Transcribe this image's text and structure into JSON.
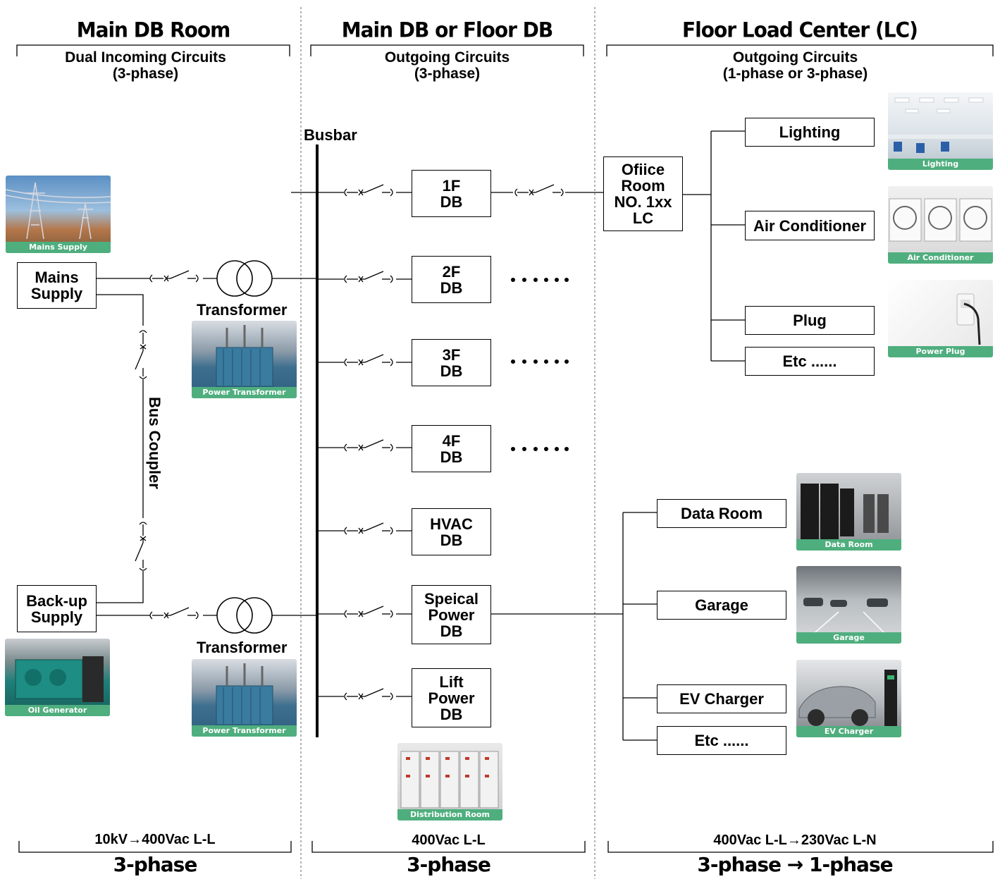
{
  "columns": [
    {
      "heading": "Main DB Room",
      "subtitle_line1": "Dual Incoming Circuits",
      "subtitle_line2": "(3-phase)",
      "voltage": "10kV→400Vac L-L",
      "phase": "3-phase"
    },
    {
      "heading": "Main DB or Floor DB",
      "subtitle_line1": "Outgoing Circuits",
      "subtitle_line2": "(3-phase)",
      "voltage": "400Vac L-L",
      "phase": "3-phase"
    },
    {
      "heading": "Floor Load Center (LC)",
      "subtitle_line1": "Outgoing Circuits",
      "subtitle_line2": "(1-phase or 3-phase)",
      "voltage": "400Vac L-L→230Vac L-N",
      "phase": "3-phase → 1-phase"
    }
  ],
  "sources": {
    "mains": "Mains\nSupply",
    "backup": "Back-up\nSupply",
    "transformer_label": "Transformer",
    "bus_coupler": "Bus Coupler",
    "busbar": "Busbar"
  },
  "floor_dbs": [
    {
      "label": "1F\nDB"
    },
    {
      "label": "2F\nDB"
    },
    {
      "label": "3F\nDB"
    },
    {
      "label": "4F\nDB"
    },
    {
      "label": "HVAC\nDB"
    },
    {
      "label": "Speical\nPower\nDB"
    },
    {
      "label": "Lift\nPower\nDB"
    }
  ],
  "continuation": "......",
  "office_lc": "Ofiice\nRoom\nNO. 1xx\nLC",
  "office_loads": [
    "Lighting",
    "Air Conditioner",
    "Plug",
    "Etc ......"
  ],
  "special_loads": [
    "Data Room",
    "Garage",
    "EV Charger",
    "Etc ......"
  ],
  "photos": {
    "mains_supply": "Mains Supply",
    "power_transformer": "Power Transformer",
    "oil_generator": "Oil Generator",
    "distribution_room": "Distribution Room",
    "lighting": "Lighting",
    "air_conditioner": "Air Conditioner",
    "power_plug": "Power Plug",
    "data_room": "Data Room",
    "garage": "Garage",
    "ev_charger": "EV Charger"
  }
}
